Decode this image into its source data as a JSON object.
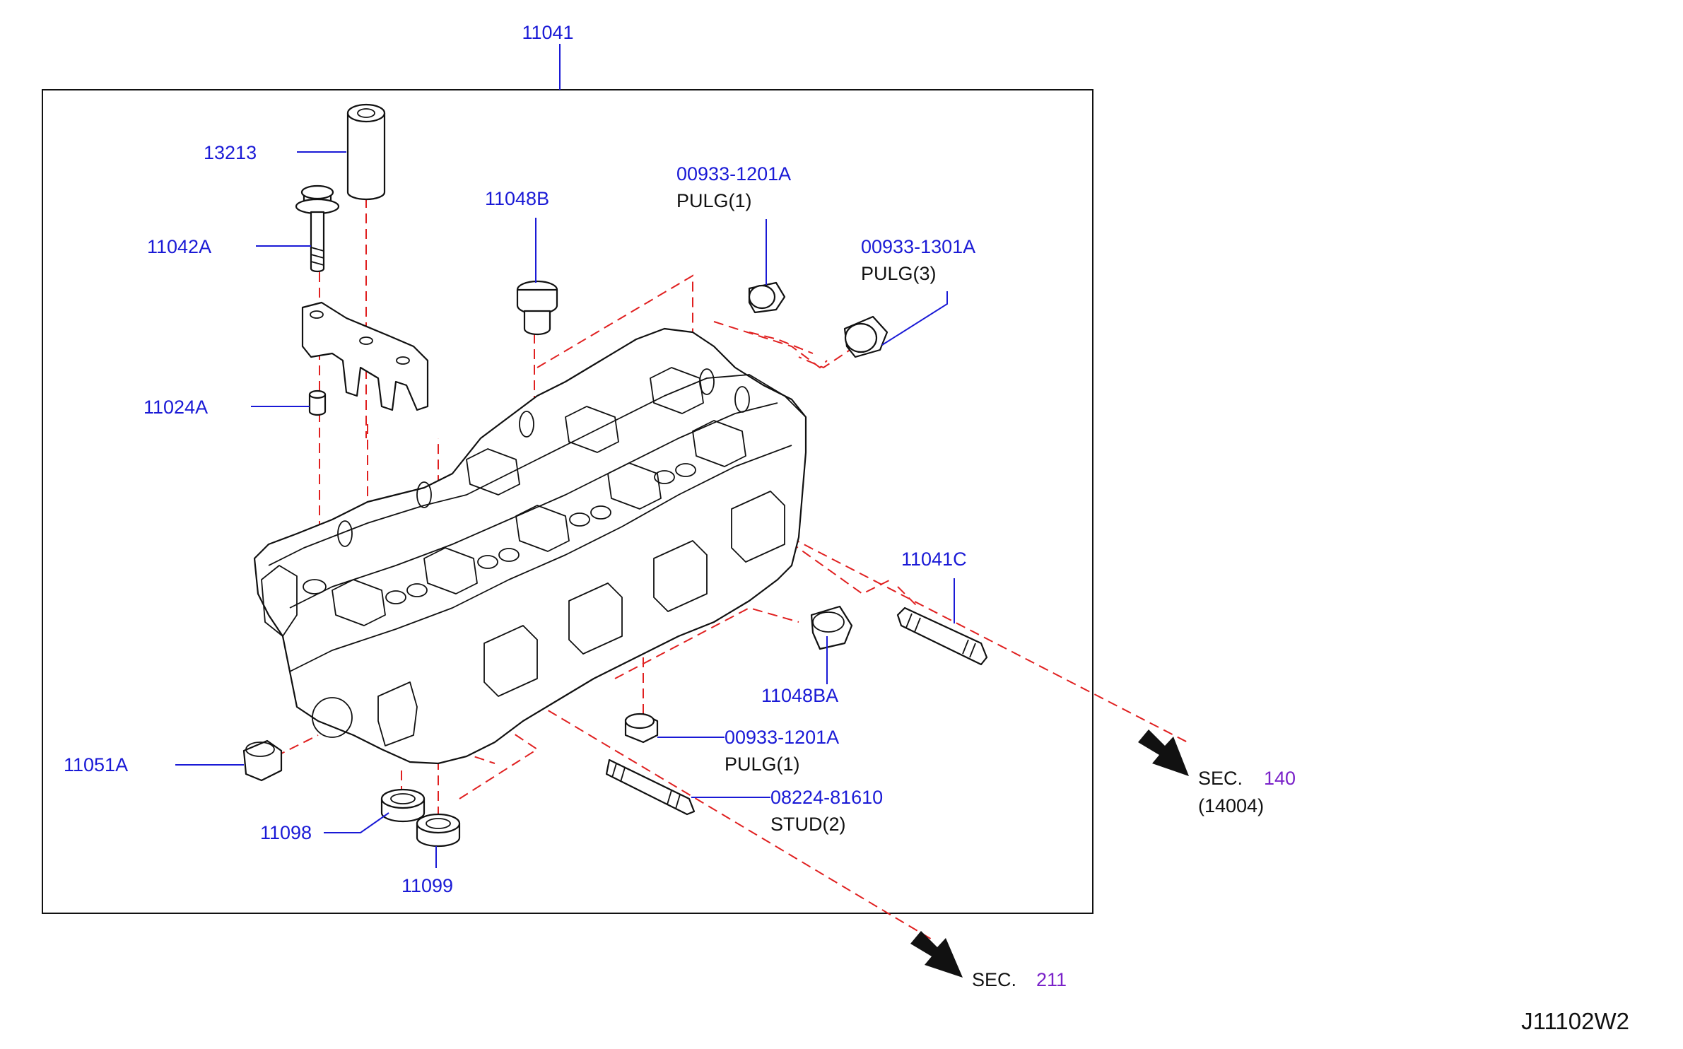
{
  "title_part": "11041",
  "drawing_code": "J11102W2",
  "colors": {
    "part_number": "#1a1ad6",
    "section_number": "#7a22c9",
    "leader": "#1a1ad6",
    "phantom_line": "#e02020",
    "outline": "#111111"
  },
  "callouts": {
    "c13213": {
      "number": "13213"
    },
    "c11042A": {
      "number": "11042A"
    },
    "c11024A": {
      "number": "11024A"
    },
    "c11048B": {
      "number": "11048B"
    },
    "c0093312_top": {
      "number": "00933-1201A",
      "desc": "PULG(1)"
    },
    "c0093313": {
      "number": "00933-1301A",
      "desc": "PULG(3)"
    },
    "c11041C": {
      "number": "11041C"
    },
    "c11048BA": {
      "number": "11048BA"
    },
    "c0093312_bot": {
      "number": "00933-1201A",
      "desc": "PULG(1)"
    },
    "c0822481610": {
      "number": "08224-81610",
      "desc": "STUD(2)"
    },
    "c11051A": {
      "number": "11051A"
    },
    "c11098": {
      "number": "11098"
    },
    "c11099": {
      "number": "11099"
    }
  },
  "section_refs": {
    "sec140": {
      "label": "SEC.",
      "number": "140",
      "sub": "(14004)"
    },
    "sec211": {
      "label": "SEC.",
      "number": "211"
    }
  }
}
